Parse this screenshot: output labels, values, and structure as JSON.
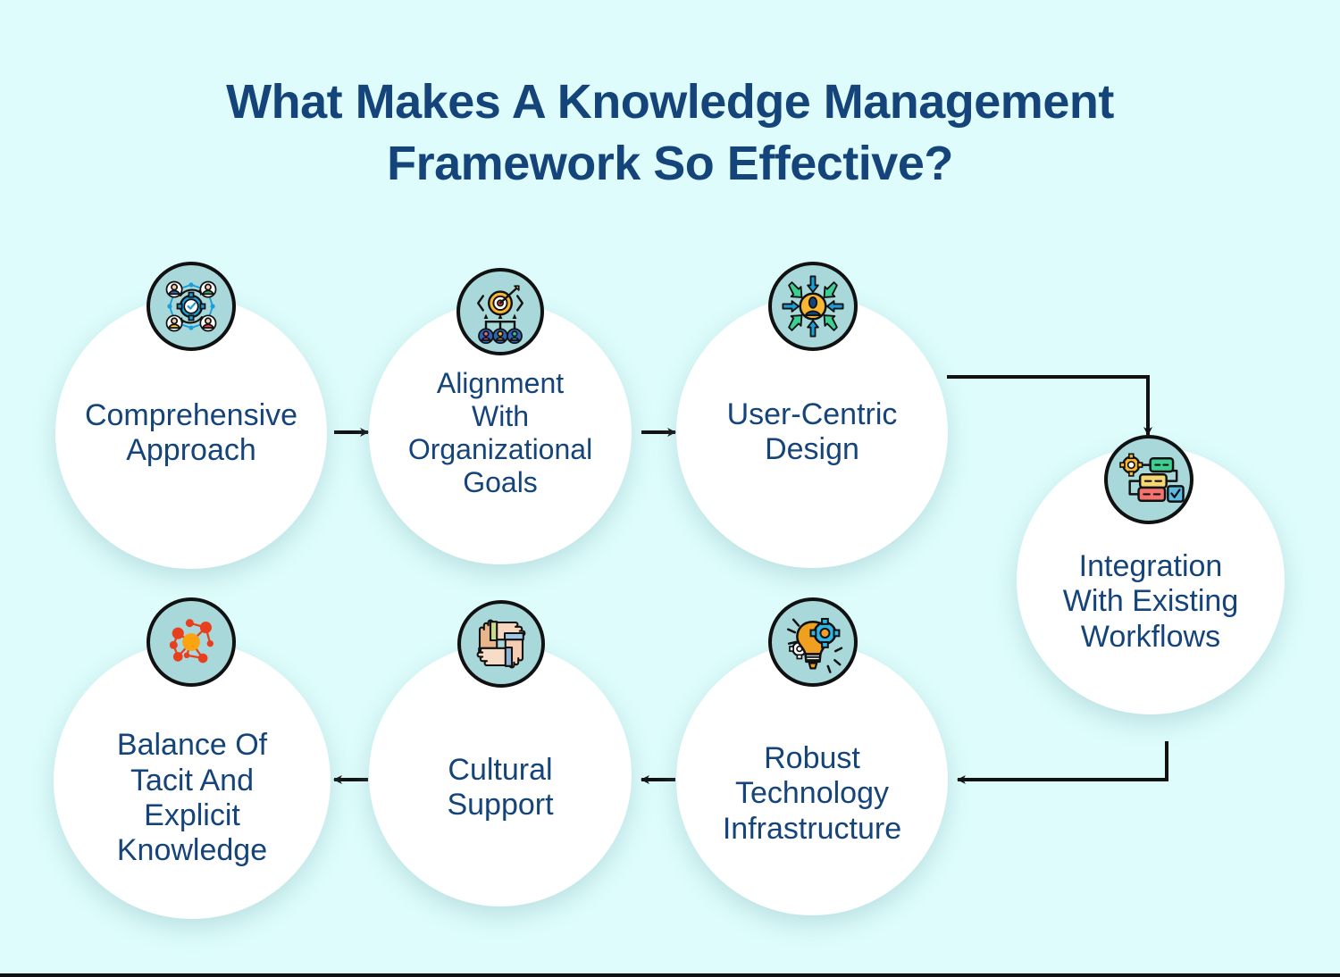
{
  "page": {
    "title": "What Makes A Knowledge Management Framework So Effective?",
    "title_line_1": "What Makes A Knowledge Management",
    "title_line_2": "Framework So Effective?",
    "background_color": "#ddfcfb",
    "text_color": "#15447a",
    "badge_fill_color": "#a8d8da",
    "node_fill_color": "#ffffff",
    "connector_color": "#111111"
  },
  "diagram": {
    "type": "process-flow",
    "direction": "snake (left-to-right top row, right-to-left bottom row)",
    "node_count": 7,
    "nodes": [
      {
        "index": 1,
        "label": "Comprehensive\nApproach",
        "label_font_size": 34,
        "icon": "people-network-gear-check-icon",
        "icon_description": "Four user avatars arranged around a central gear containing a checkmark"
      },
      {
        "index": 2,
        "label": "Alignment\nWith\nOrganizational\nGoals",
        "label_font_size": 32,
        "icon": "target-arrow-team-icon",
        "icon_description": "Bullseye target struck by an arrow with three user avatars pointing up toward it"
      },
      {
        "index": 3,
        "label": "User-Centric\nDesign",
        "label_font_size": 34,
        "icon": "user-centric-arrows-icon",
        "icon_description": "Central user avatar with eight arrows converging inward"
      },
      {
        "index": 4,
        "label": "Integration\nWith Existing\nWorkflows",
        "label_font_size": 34,
        "icon": "workflow-gear-blocks-icon",
        "icon_description": "Gear connected to green, yellow and red process blocks terminating in a blue checkbox"
      },
      {
        "index": 5,
        "label": "Robust\nTechnology\nInfrastructure",
        "label_font_size": 34,
        "icon": "lightbulb-gears-icon",
        "icon_description": "Glowing lightbulb combined with interlocking gears"
      },
      {
        "index": 6,
        "label": "Cultural\nSupport",
        "label_font_size": 34,
        "icon": "four-hands-teamwork-icon",
        "icon_description": "Four hands interlocking in a square unity formation"
      },
      {
        "index": 7,
        "label": "Balance Of\nTacit And\nExplicit\nKnowledge",
        "label_font_size": 34,
        "icon": "knowledge-network-nodes-icon",
        "icon_description": "Node-link network graph with a large orange hub and red satellite nodes"
      }
    ],
    "connectors": [
      {
        "from": 1,
        "to": 2,
        "style": "straight-arrow-right"
      },
      {
        "from": 2,
        "to": 3,
        "style": "straight-arrow-right"
      },
      {
        "from": 3,
        "to": 4,
        "style": "elbow-right-then-down"
      },
      {
        "from": 4,
        "to": 5,
        "style": "elbow-down-then-left"
      },
      {
        "from": 5,
        "to": 6,
        "style": "straight-arrow-left"
      },
      {
        "from": 6,
        "to": 7,
        "style": "straight-arrow-left"
      }
    ]
  }
}
